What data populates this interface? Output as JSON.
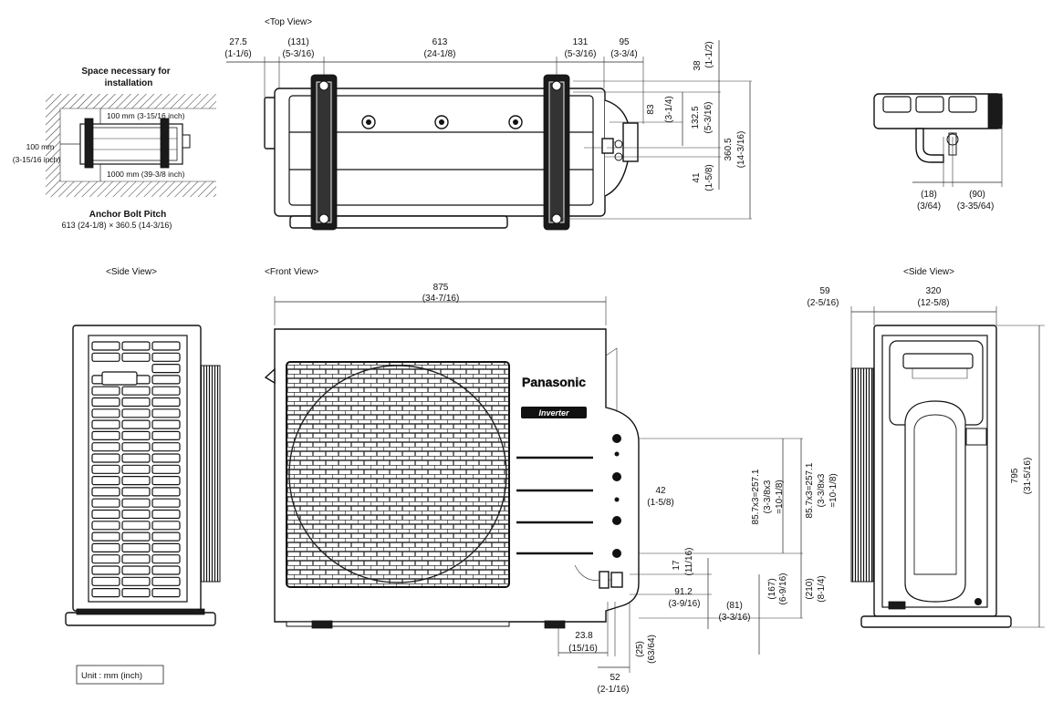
{
  "views": {
    "top": "<Top View>",
    "side_left": "<Side View>",
    "front": "<Front View>",
    "side_right": "<Side View>"
  },
  "installation": {
    "title_line1": "Space necessary for",
    "title_line2": "installation",
    "left_clear_line1": "100 mm",
    "left_clear_line2": "(3-15/16 inch)",
    "rear_clear": "100 mm (3-15/16 inch)",
    "front_clear": "1000 mm (39-3/8 inch)"
  },
  "anchor": {
    "title": "Anchor Bolt Pitch",
    "value": "613 (24-1/8) × 360.5 (14-3/16)"
  },
  "top_dims": {
    "d1": "27.5",
    "d1_in": "(1-1/6)",
    "d2": "(131)",
    "d2_in": "(5-3/16)",
    "d3": "613",
    "d3_in": "(24-1/8)",
    "d4": "131",
    "d4_in": "(5-3/16)",
    "d5": "95",
    "d5_in": "(3-3/4)",
    "v1": "38",
    "v1_in": "(1-1/2)",
    "v2": "83",
    "v2_in": "(3-1/4)",
    "v3": "132.5",
    "v3_in": "(5-3/16)",
    "v4": "360.5",
    "v4_in": "(14-3/16)",
    "v5": "41",
    "v5_in": "(1-5/8)"
  },
  "detail_dims": {
    "a": "(18)",
    "a_in": "(3/64)",
    "b": "(90)",
    "b_in": "(3-35/64)"
  },
  "front_dims": {
    "width": "875",
    "width_in": "(34-7/16)",
    "depth_off": "59",
    "depth_off_in": "(2-5/16)",
    "depth": "320",
    "depth_in": "(12-5/8)",
    "height": "795",
    "height_in": "(31-5/16)",
    "port_gap": "42",
    "port_gap_in": "(1-5/8)",
    "pitch_a": "85.7x3=257.1",
    "pitch_a_in": "(3-3/8x3",
    "pitch_a_in2": "=10-1/8)",
    "pitch_b": "85.7x3=257.1",
    "pitch_b_in": "(3-3/8x3",
    "pitch_b_in2": "=10-1/8)",
    "d17": "17",
    "d17_in": "(11/16)",
    "d167": "(167)",
    "d167_in": "(6-9/16)",
    "d210": "(210)",
    "d210_in": "(8-1/4)",
    "d91": "91.2",
    "d91_in": "(3-9/16)",
    "d81": "(81)",
    "d81_in": "(3-3/16)",
    "d23": "23.8",
    "d23_in": "(15/16)",
    "d25": "(25)",
    "d25_in": "(63/64)",
    "d52": "52",
    "d52_in": "(2-1/16)"
  },
  "brand": "Panasonic",
  "brand_sub": "Inverter",
  "unit_note": "Unit : mm (inch)"
}
